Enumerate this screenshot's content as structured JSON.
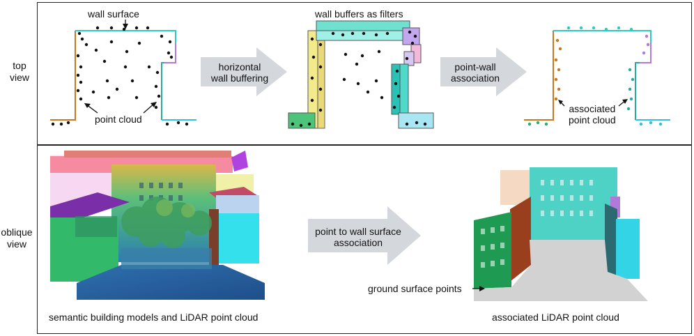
{
  "row_labels": {
    "top": [
      "top",
      "view"
    ],
    "oblique": [
      "oblique",
      "view"
    ]
  },
  "panels": {
    "wall_surface": "wall surface",
    "point_cloud": "point cloud",
    "wall_buffers": "wall buffers as filters",
    "associated_point_cloud": [
      "associated",
      "point cloud"
    ],
    "semantic_models": "semantic building models and LiDAR point cloud",
    "associated_lidar": "associated LiDAR point cloud",
    "ground_points": "ground surface points"
  },
  "arrows": {
    "horizontal_buffering": [
      "horizontal",
      "wall buffering"
    ],
    "point_wall_association": [
      "point-wall",
      "association"
    ],
    "point_to_wall": [
      "point to wall surface",
      "association"
    ]
  },
  "colors": {
    "wall_left": "#c8791e",
    "wall_top": "#2ec9c7",
    "wall_right": "#2aa9a0",
    "wall_corner": "#b07ad8",
    "wall_bottom": "#33c0e0",
    "ground": "#1db36b",
    "arrow_fill": "#d4d7dc"
  }
}
